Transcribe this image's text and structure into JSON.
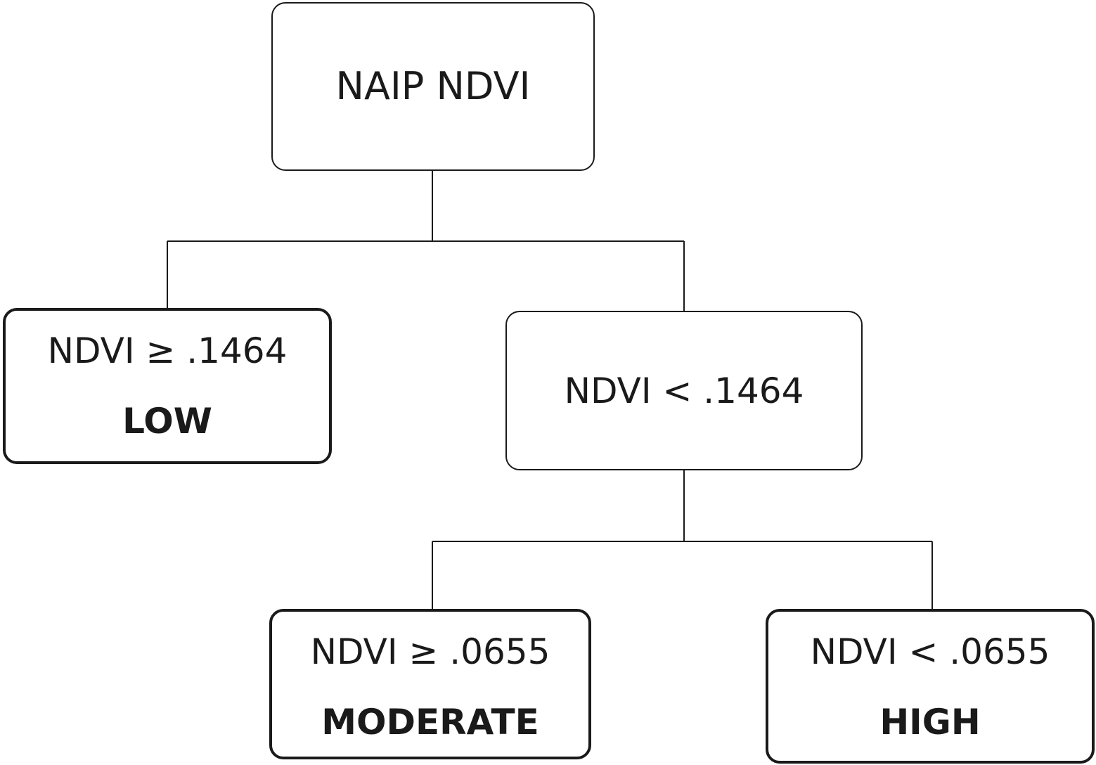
{
  "diagram": {
    "root": {
      "label": "NAIP NDVI"
    },
    "split": {
      "condition": "NDVI < .1464"
    },
    "leaves": {
      "low": {
        "condition": "NDVI ≥ .1464",
        "class": "LOW"
      },
      "moderate": {
        "condition": "NDVI ≥ .0655",
        "class": "MODERATE"
      },
      "high": {
        "condition": "NDVI < .0655",
        "class": "HIGH"
      }
    },
    "line_color": "#1a1a1a"
  }
}
